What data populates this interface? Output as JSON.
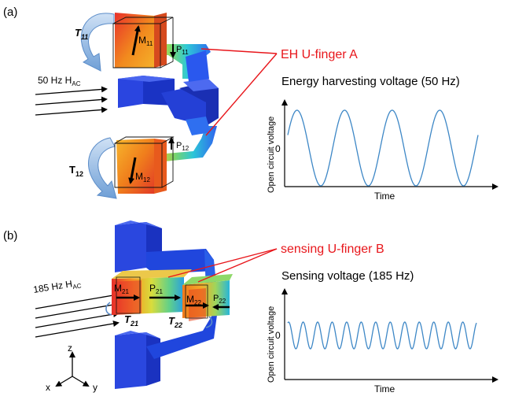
{
  "panel_a": {
    "label": "(a)",
    "field_label": "50 Hz H",
    "field_sub": "AC",
    "torque_top": "T",
    "torque_top_sub": "11",
    "torque_bottom": "T",
    "torque_bottom_sub": "12",
    "moment_top": "M",
    "moment_top_sub": "11",
    "moment_bottom": "M",
    "moment_bottom_sub": "12",
    "polar_top": "P",
    "polar_top_sub": "11",
    "polar_bottom": "P",
    "polar_bottom_sub": "12",
    "callout": "EH U-finger A",
    "chart_title": "Energy harvesting voltage (50 Hz)",
    "ylabel": "Open circuit voltage",
    "xlabel": "Time",
    "zero_tick": "0"
  },
  "panel_b": {
    "label": "(b)",
    "field_label": "185 Hz H",
    "field_sub": "AC",
    "moment_left": "M",
    "moment_left_sub": "21",
    "polar_left": "P",
    "polar_left_sub": "21",
    "torque_left": "T",
    "torque_left_sub": "21",
    "moment_right": "M",
    "moment_right_sub": "22",
    "polar_right": "P",
    "polar_right_sub": "22",
    "torque_right": "T",
    "torque_right_sub": "22",
    "callout": "sensing U-finger B",
    "chart_title": "Sensing voltage (185 Hz)",
    "ylabel": "Open circuit voltage",
    "xlabel": "Time",
    "zero_tick": "0"
  },
  "axes_triad": {
    "z": "z",
    "x": "x",
    "y": "y"
  },
  "colors": {
    "callout": "#e8161b",
    "wave": "#3d87c6",
    "frame_blue": "#1f3fd1",
    "magnet_orange": "#f07f1c"
  },
  "chart_data": [
    {
      "type": "line",
      "title": "Energy harvesting voltage (50 Hz)",
      "xlabel": "Time",
      "ylabel": "Open circuit voltage",
      "cycles": 4,
      "yticks": [
        "0"
      ]
    },
    {
      "type": "line",
      "title": "Sensing voltage (185 Hz)",
      "xlabel": "Time",
      "ylabel": "Open circuit voltage",
      "cycles": 13,
      "yticks": [
        "0"
      ]
    }
  ]
}
